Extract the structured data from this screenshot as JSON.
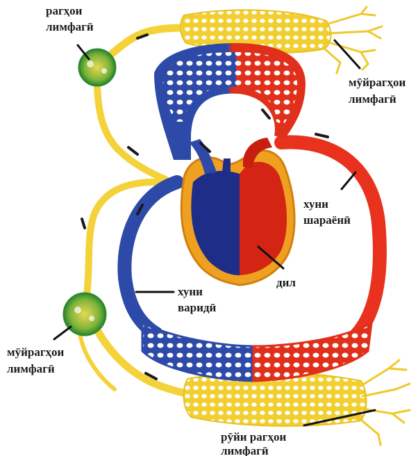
{
  "labels": {
    "top_left_l1": "рагҳои",
    "top_left_l2": "лимфагӣ",
    "top_right_l1": "мӯйрагҳои",
    "top_right_l2": "лимфагӣ",
    "arterial_l1": "хуни",
    "arterial_l2": "шараёнӣ",
    "heart": "дил",
    "venous_l1": "хуни",
    "venous_l2": "варидӣ",
    "bottom_left_l1": "мӯйрагҳои",
    "bottom_left_l2": "лимфагӣ",
    "bottom_l1": "рӯйи рагҳои",
    "bottom_l2": "лимфагӣ"
  },
  "colors": {
    "arterial": "#e8321e",
    "venous": "#2d4aa8",
    "lymph": "#f4d23a",
    "node": "#3d9a3a",
    "heart_outer": "#f0a020"
  }
}
